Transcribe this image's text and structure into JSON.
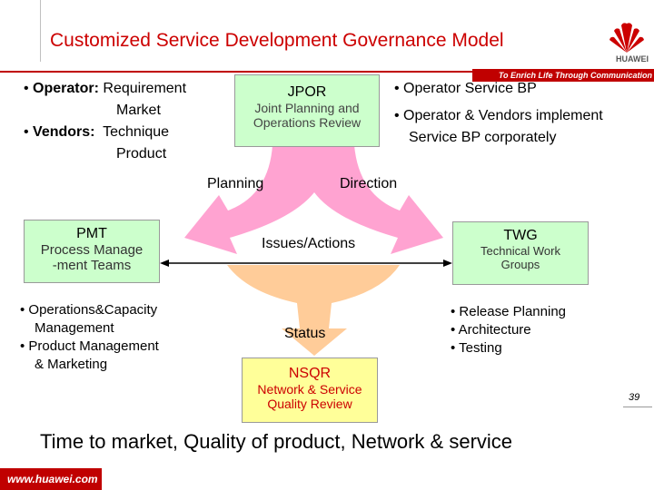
{
  "header": {
    "title": "Customized Service Development Governance Model",
    "tagline": "To Enrich Life Through Communication",
    "brand": "HUAWEI"
  },
  "left_bullets": [
    {
      "label": "Operator:",
      "line1": "Requirement",
      "line2": "Market"
    },
    {
      "label": "Vendors:",
      "line1": "Technique",
      "line2": "Product"
    }
  ],
  "right_bullets": [
    {
      "line1": "Operator Service BP",
      "line2": ""
    },
    {
      "line1": "Operator & Vendors implement",
      "line2": "Service BP corporately"
    }
  ],
  "jpor": {
    "title": "JPOR",
    "line1": "Joint Planning and",
    "line2": "Operations Review"
  },
  "flow_labels": {
    "planning": "Planning",
    "direction": "Direction",
    "issues": "Issues/Actions",
    "status": "Status"
  },
  "pmt": {
    "title": "PMT",
    "line1": "Process Manage",
    "line2": "-ment Teams"
  },
  "pmt_list": [
    "Operations&Capacity",
    "Management",
    "Product Management",
    "& Marketing"
  ],
  "twg": {
    "title": "TWG",
    "line1": "Technical Work",
    "line2": "Groups"
  },
  "twg_list": [
    "Release Planning",
    "Architecture",
    "Testing"
  ],
  "nsqr": {
    "title": "NSQR",
    "line1": "Network & Service",
    "line2": "Quality Review"
  },
  "bottom_text": "Time to market, Quality of product, Network & service",
  "footer": {
    "url": "www.huawei.com",
    "page": "39"
  },
  "colors": {
    "accent_red": "#c00000",
    "title_red": "#cc0000",
    "arrow_pink": "#ff99cc",
    "arrow_peach": "#ffcc99",
    "box_green": "#ccffcc",
    "nsqr_fill": "#ffff99"
  }
}
